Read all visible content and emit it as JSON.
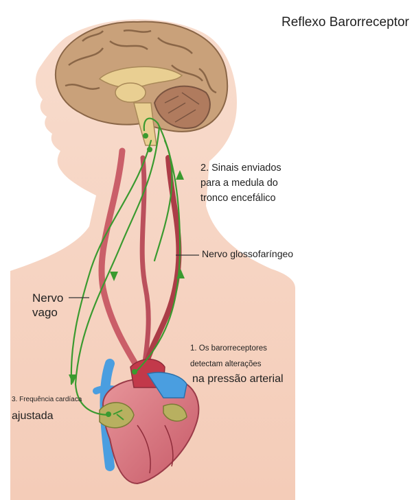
{
  "title": "Reflexo Barorreceptor",
  "labels": {
    "step2_line1": "2. Sinais enviados",
    "step2_line2": "para a medula do",
    "step2_line3": "tronco encefálico",
    "glossopharyngeal": "Nervo glossofaríngeo",
    "vagus_line1": "Nervo",
    "vagus_line2": "vago",
    "step1_line1": "1. Os barorreceptores",
    "step1_line2": "detectam alterações",
    "step1_line3": "na pressão arterial",
    "step3_line1": "3. Frequência cardíaca",
    "step3_line2": "ajustada"
  },
  "colors": {
    "skin": "#f6d3c2",
    "brain": "#c9a17a",
    "nerve": "#3a9a2f",
    "artery": "#a32c3a",
    "vein": "#4a9ee0",
    "heart": "#d9707a"
  }
}
